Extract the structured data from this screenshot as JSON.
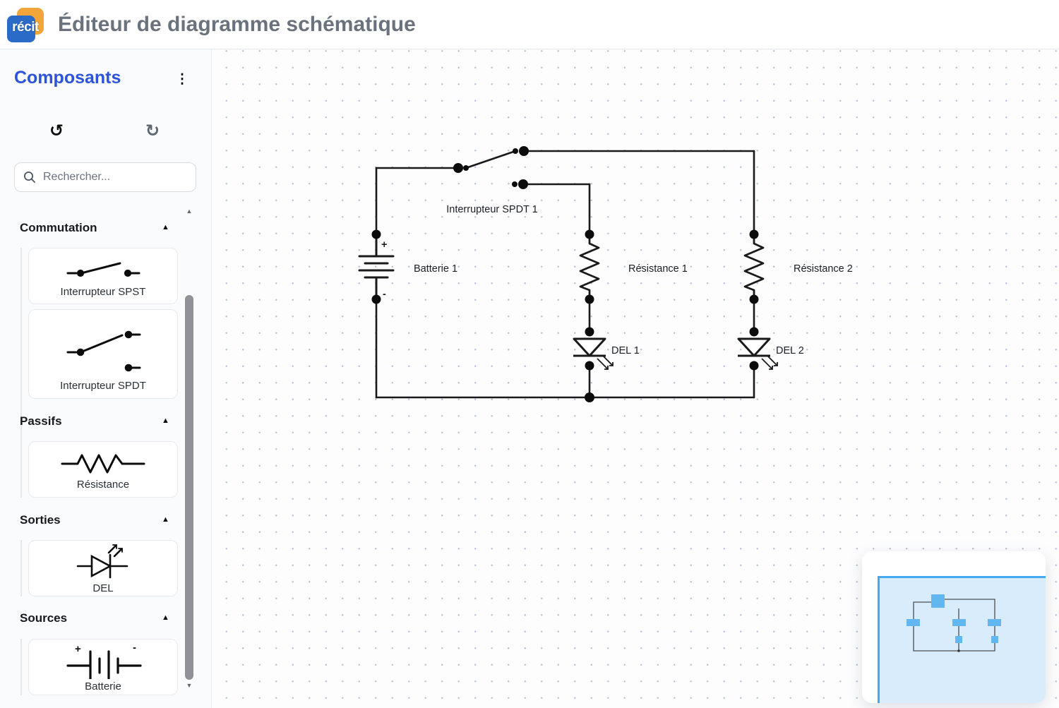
{
  "header": {
    "logo_text": "récit",
    "title": "Éditeur de diagramme schématique"
  },
  "sidebar": {
    "title": "Composants",
    "search_placeholder": "Rechercher...",
    "icons": {
      "kebab": "⋮",
      "undo": "↺",
      "redo": "↻",
      "collapse": "▲",
      "scroll_up": "▲",
      "scroll_down": "▼"
    },
    "sections": [
      {
        "label": "Commutation",
        "items": [
          {
            "label": "Interrupteur SPST"
          },
          {
            "label": "Interrupteur SPDT"
          }
        ]
      },
      {
        "label": "Passifs",
        "items": [
          {
            "label": "Résistance"
          }
        ]
      },
      {
        "label": "Sorties",
        "items": [
          {
            "label": "DEL"
          }
        ]
      },
      {
        "label": "Sources",
        "items": [
          {
            "label": "Batterie"
          }
        ]
      }
    ]
  },
  "canvas": {
    "labels": {
      "switch": "Interrupteur SPDT 1",
      "battery": "Batterie 1",
      "battery_plus": "+",
      "battery_minus": "-",
      "resistor1": "Résistance 1",
      "resistor2": "Résistance 2",
      "led1": "DEL 1",
      "led2": "DEL 2"
    }
  },
  "colors": {
    "accent_blue": "#2d53da",
    "title_gray": "#6a737d",
    "wire": "#1a1a1a",
    "minimap_viewport_fill": "#d8ecfb",
    "minimap_viewport_border": "#45a8f2",
    "minimap_shape": "#63b7f0",
    "logo_blue": "#2a6bc8",
    "logo_orange": "#f2a53a"
  }
}
